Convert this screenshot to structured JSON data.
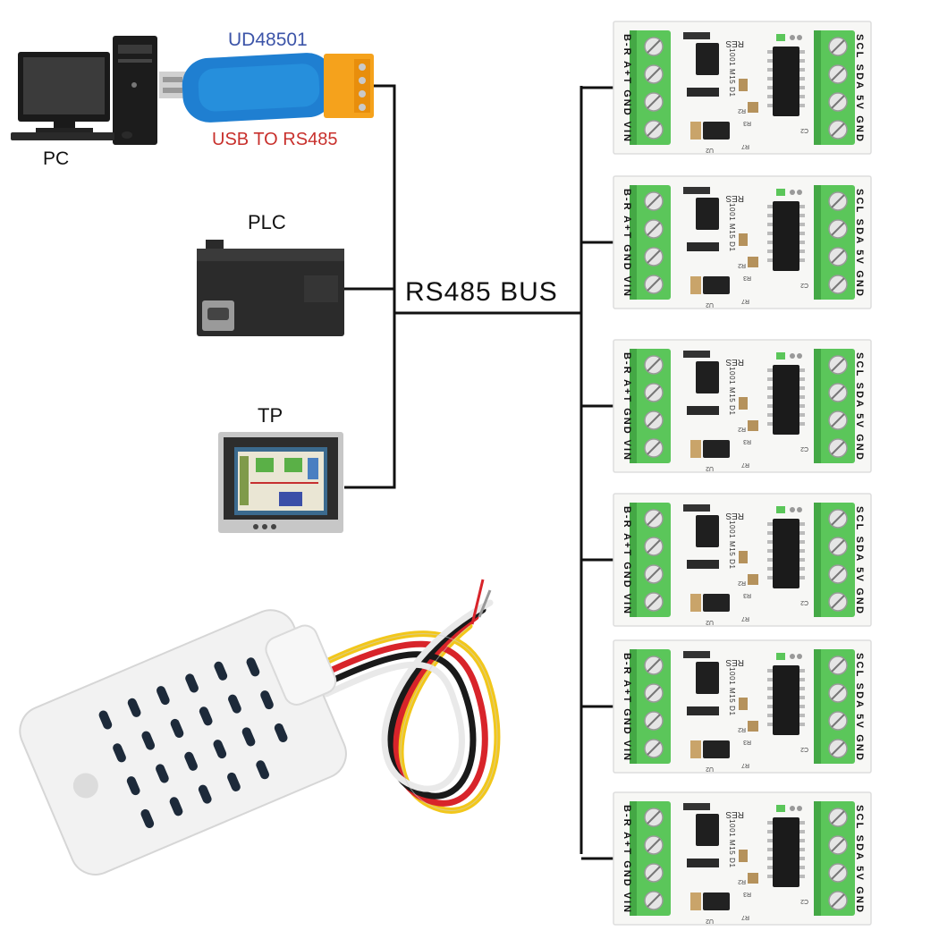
{
  "labels": {
    "pc": "PC",
    "converter_model": "UD48501",
    "converter_caption": "USB TO RS485",
    "plc": "PLC",
    "tp": "TP",
    "bus": "RS485 BUS"
  },
  "module": {
    "left_pins": "B-R A+T GND VIN",
    "right_pins": "SCL SDA 5V GND",
    "res": "RES",
    "chip_text": "1001 M15 D1",
    "parts": [
      "R2",
      "R3",
      "R7",
      "U2",
      "C2"
    ]
  },
  "module_count": 6,
  "colors": {
    "bus_line": "#111111",
    "terminal_green": "#5bc65a",
    "board_white": "#f7f7f5",
    "model_blue": "#3c54a8",
    "caption_red": "#c8302c",
    "converter_blue": "#1f7fd1",
    "connector_orange": "#f5a21c",
    "sensor_white": "#f2f2f2",
    "wire_red": "#d8242a",
    "wire_yellow": "#f2c71b",
    "wire_black": "#1a1a1a",
    "wire_white": "#e9e9e9"
  }
}
